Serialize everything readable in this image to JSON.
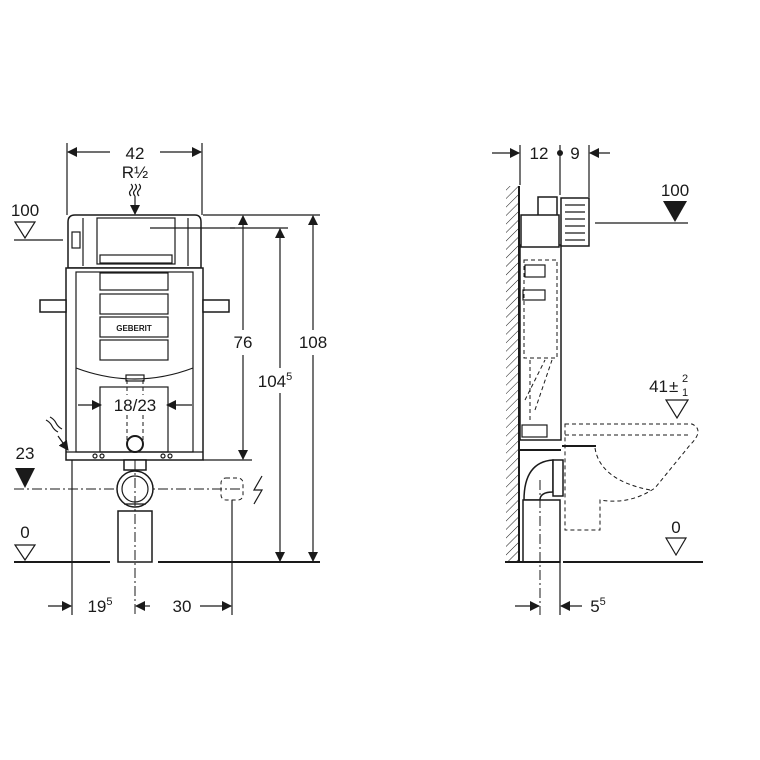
{
  "front_view": {
    "width_dim": "42",
    "water_connection": "R½",
    "level_top": "100",
    "height_76": "76",
    "height_104": "104",
    "height_104_sup": "5",
    "height_108": "108",
    "flush_width": "18/23",
    "level_drain": "23",
    "level_floor": "0",
    "offset_19": "19",
    "offset_19_sup": "5",
    "offset_30": "30",
    "brand_logo": "GEBERIT"
  },
  "side_view": {
    "depth_12": "12",
    "depth_9": "9",
    "level_top": "100",
    "seat_height": "41",
    "seat_tol_sign": "±",
    "seat_tol_plus": "2",
    "seat_tol_minus": "1",
    "level_floor": "0",
    "offset_5": "5",
    "offset_5_sup": "5"
  }
}
